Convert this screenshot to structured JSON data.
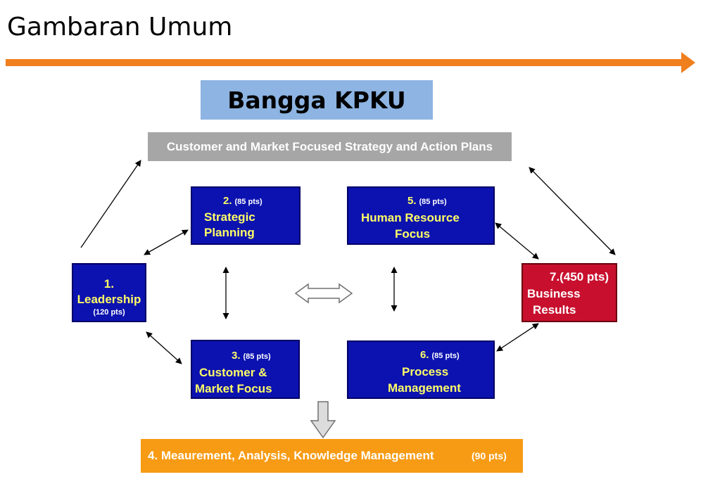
{
  "header": {
    "title": "Gambaran Umum",
    "accent_color": "#f07f1e"
  },
  "banner": {
    "text": "Bangga KPKU",
    "background": "#8db4e2"
  },
  "strategy": {
    "text": "Customer and Market Focused Strategy and Action Plans"
  },
  "boxes": {
    "leadership": {
      "number": "1.",
      "title": "Leadership",
      "points": "(120 pts)"
    },
    "strategic_planning": {
      "number": "2.",
      "points": "(85 pts)",
      "title_line1": "Strategic",
      "title_line2": "Planning"
    },
    "customer_market": {
      "number": "3.",
      "points": "(85 pts)",
      "title_line1": "Customer &",
      "title_line2": "Market Focus"
    },
    "human_resource": {
      "number": "5.",
      "points": "(85 pts)",
      "title_line1": "Human Resource",
      "title_line2": "Focus"
    },
    "process_management": {
      "number": "6.",
      "points": "(85 pts)",
      "title_line1": "Process",
      "title_line2": "Management"
    },
    "business_results": {
      "number_points": "7.(450 pts)",
      "title_line1": "Business",
      "title_line2": "Results"
    }
  },
  "measurement": {
    "text": "4. Meaurement, Analysis, Knowledge Management",
    "points": "(90 pts)"
  },
  "colors": {
    "category_box": "#0c12b0",
    "results_box": "#c8102e",
    "strategy_bar": "#a6a6a6",
    "measurement_bar": "#f79b14"
  }
}
